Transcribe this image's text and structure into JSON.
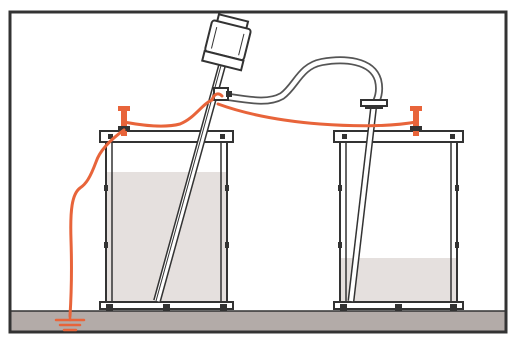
{
  "diagram": {
    "description_visible_text": "",
    "colors": {
      "background": "#ffffff",
      "frame": "#333333",
      "ground": "#b3aba8",
      "drum_outline": "#333333",
      "drum_fill": "#ffffff",
      "liquid": "#e5e0de",
      "grounding_wire": "#e8643a",
      "pump_body": "#ffffff",
      "hose": "#555555"
    },
    "components": {
      "left_drum": {
        "label": "",
        "liquid_level_fraction": 0.78
      },
      "right_drum": {
        "label": "",
        "liquid_level_fraction": 0.27
      },
      "pump": {
        "label": "",
        "icon": "drum-pump-motor"
      },
      "hose": {
        "label": "",
        "icon": "transfer-hose"
      },
      "ground_symbol": {
        "label": "",
        "icon": "earth-ground-symbol"
      },
      "clamps": {
        "count": 2,
        "icon": "grounding-clamp"
      }
    }
  }
}
